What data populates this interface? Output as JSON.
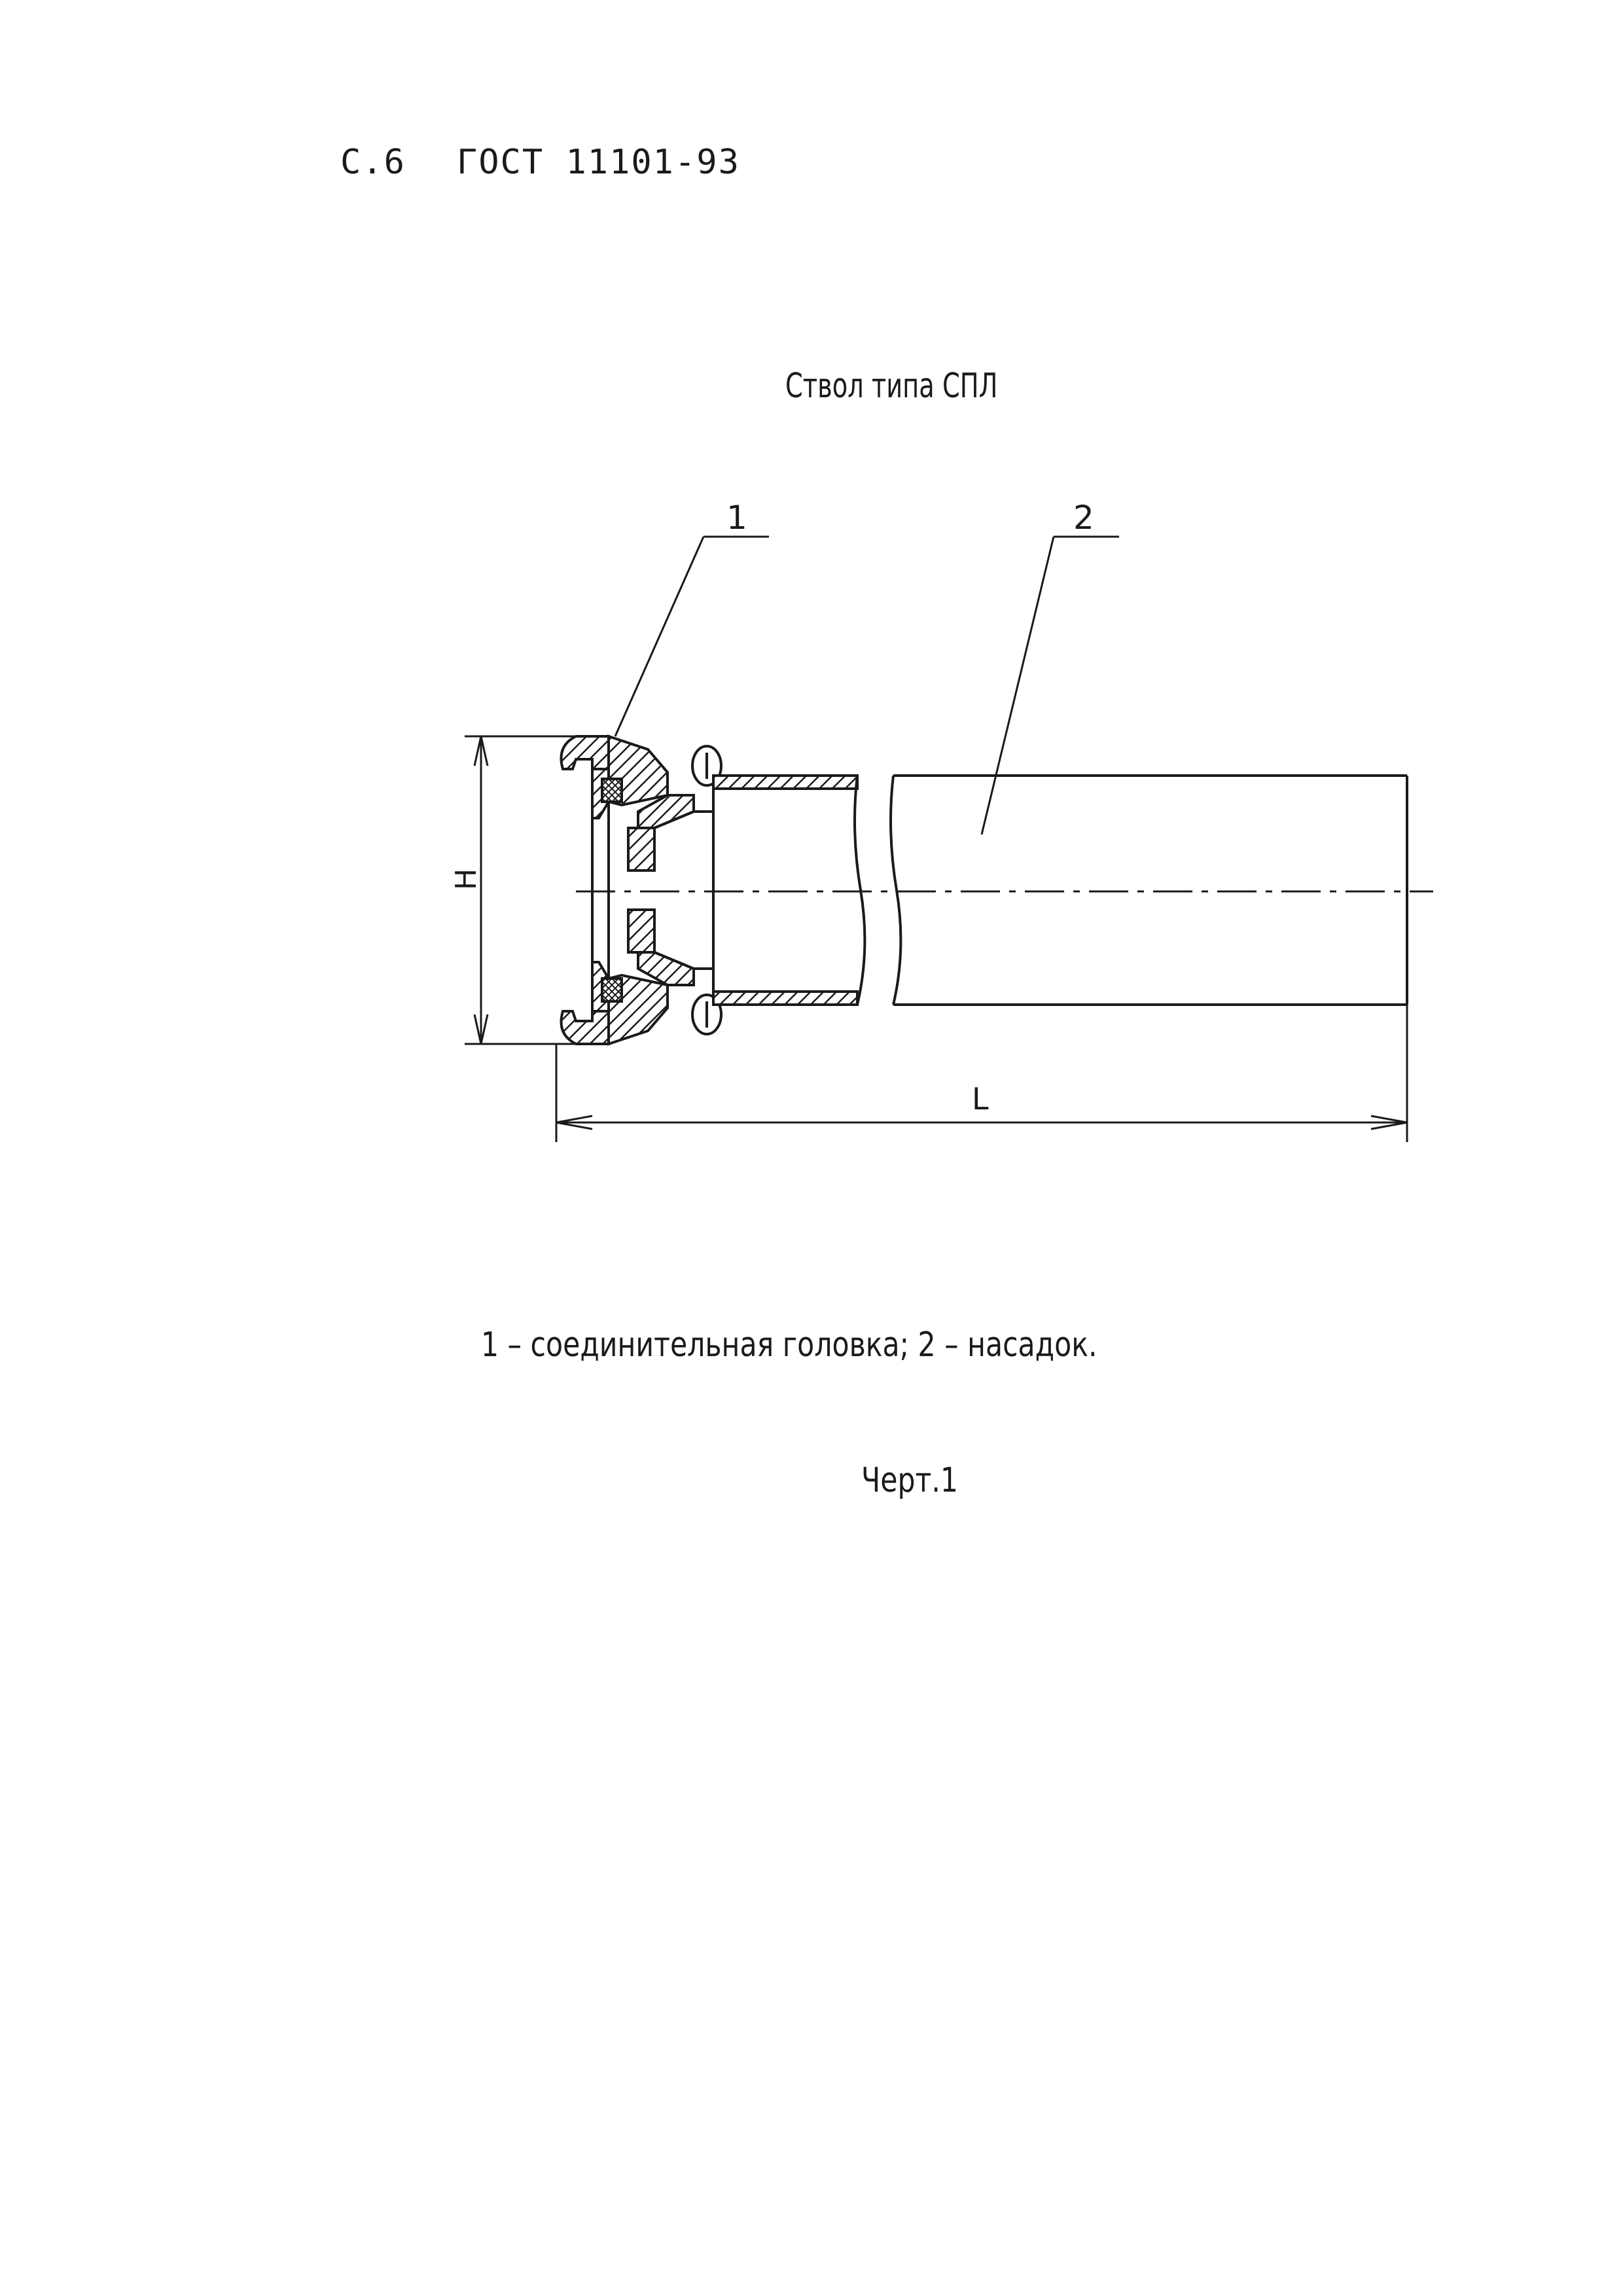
{
  "header": {
    "page_number": "С.6",
    "standard": "ГОСТ 11101-93"
  },
  "drawing": {
    "title": "Ствол типа СПЛ",
    "callouts": [
      "1",
      "2"
    ],
    "dimensions": {
      "height_label": "H",
      "length_label": "L"
    }
  },
  "legend": "1 – соединительная головка; 2 – насадок.",
  "figure_caption": "Черт.1"
}
